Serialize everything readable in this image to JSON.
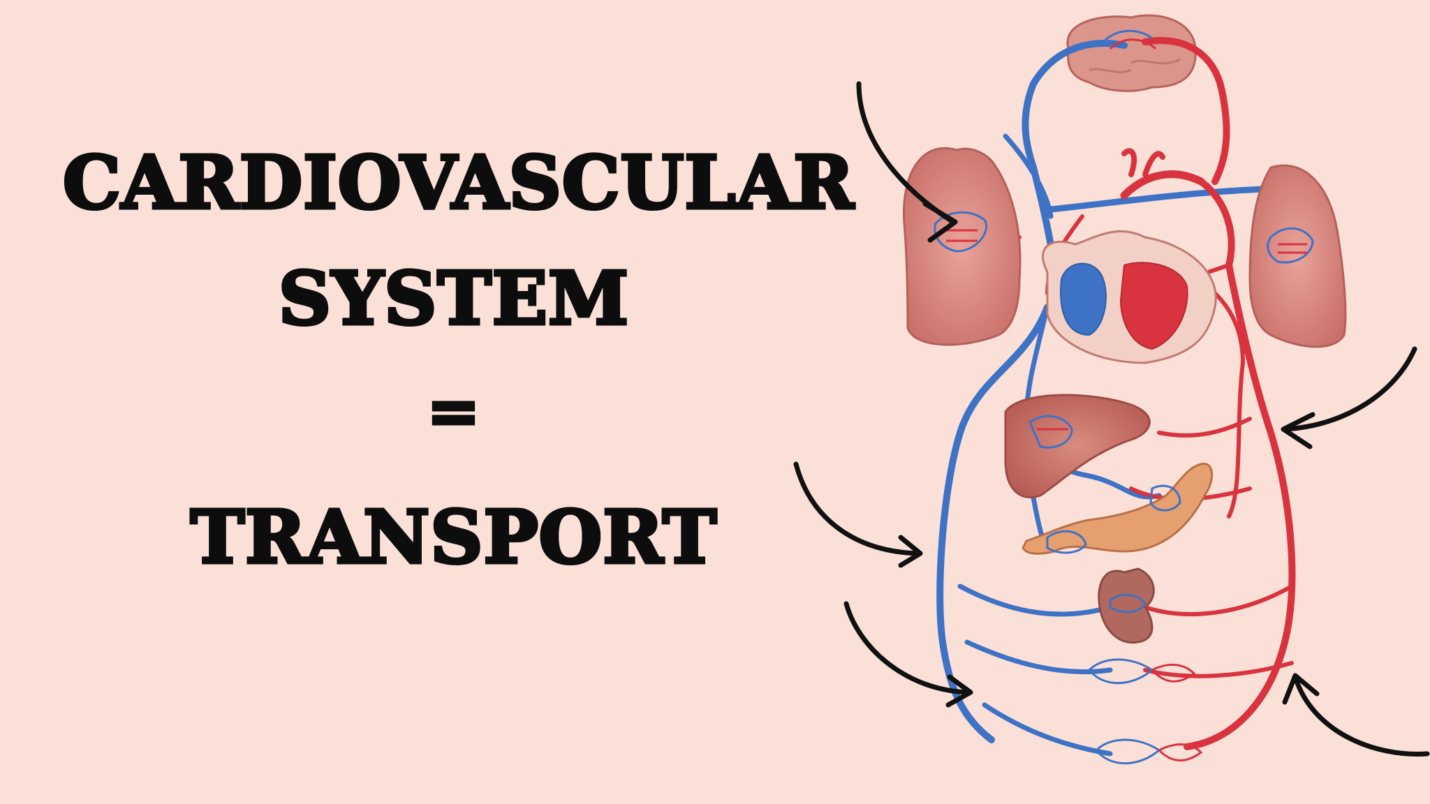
{
  "title": {
    "line1": "CARDIOVASCULAR",
    "line2": "SYSTEM",
    "line3": "=",
    "line4": "TRANSPORT"
  },
  "colors": {
    "background": "#fbe0d8",
    "text": "#0d0d0d",
    "artery": "#d8333f",
    "vein": "#3e72c4",
    "organ": "#d98a80",
    "arrow": "#111111"
  }
}
